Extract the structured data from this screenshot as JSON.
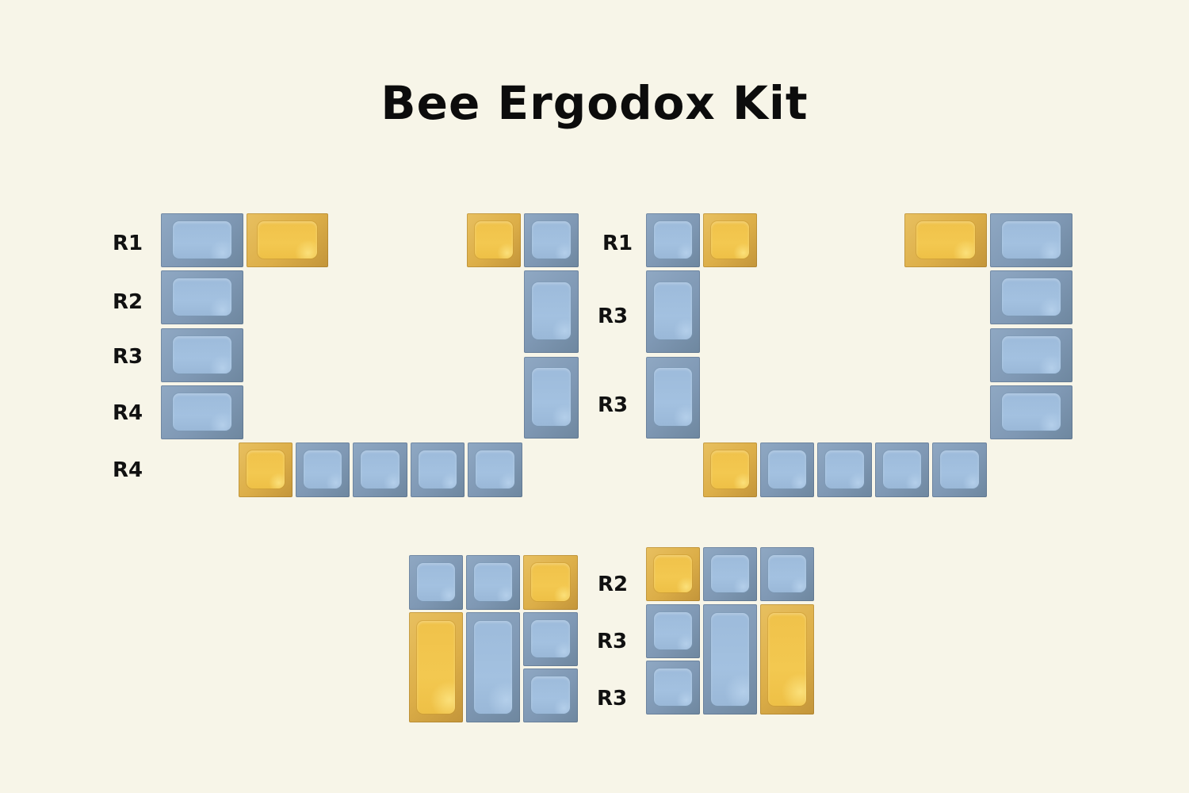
{
  "title": "Bee Ergodox Kit",
  "colors": {
    "background": "#f7f5e8",
    "blue_key": "#9dbbdb",
    "yellow_key": "#f0c24a",
    "text": "#0c0c0c"
  },
  "left_half": {
    "row_labels": [
      "R1",
      "R2",
      "R3",
      "R4",
      "R4"
    ]
  },
  "right_half": {
    "row_labels": [
      "R1",
      "R3",
      "R3"
    ]
  },
  "thumb_clusters": {
    "row_labels": [
      "R2",
      "R3",
      "R3"
    ]
  },
  "keys": {
    "left_half": [
      {
        "color": "blue",
        "size": "1.5u",
        "row": "R1"
      },
      {
        "color": "yellow",
        "size": "1.5u",
        "row": "R1"
      },
      {
        "color": "yellow",
        "size": "1u",
        "row": "R1"
      },
      {
        "color": "blue",
        "size": "1u",
        "row": "R1"
      },
      {
        "color": "blue",
        "size": "1.5u",
        "row": "R2"
      },
      {
        "color": "blue",
        "size": "1.5u",
        "row": "R3"
      },
      {
        "color": "blue",
        "size": "1.5u",
        "row": "R4"
      },
      {
        "color": "blue",
        "size": "1.5u vertical",
        "row": "R3"
      },
      {
        "color": "blue",
        "size": "1.5u vertical",
        "row": "R3"
      },
      {
        "color": "yellow",
        "size": "1u",
        "row": "R4"
      },
      {
        "color": "blue",
        "size": "1u",
        "row": "R4"
      },
      {
        "color": "blue",
        "size": "1u",
        "row": "R4"
      },
      {
        "color": "blue",
        "size": "1u",
        "row": "R4"
      },
      {
        "color": "blue",
        "size": "1u",
        "row": "R4"
      }
    ],
    "right_half": [
      {
        "color": "blue",
        "size": "1u",
        "row": "R1"
      },
      {
        "color": "yellow",
        "size": "1u",
        "row": "R1"
      },
      {
        "color": "yellow",
        "size": "1.5u",
        "row": "R1"
      },
      {
        "color": "blue",
        "size": "1.5u",
        "row": "R1"
      },
      {
        "color": "blue",
        "size": "1.5u vertical",
        "row": "R3"
      },
      {
        "color": "blue",
        "size": "1.5u vertical",
        "row": "R3"
      },
      {
        "color": "blue",
        "size": "1.5u",
        "row": "R2"
      },
      {
        "color": "blue",
        "size": "1.5u",
        "row": "R3"
      },
      {
        "color": "blue",
        "size": "1.5u",
        "row": "R4"
      },
      {
        "color": "yellow",
        "size": "1u",
        "row": "R4"
      },
      {
        "color": "blue",
        "size": "1u",
        "row": "R4"
      },
      {
        "color": "blue",
        "size": "1u",
        "row": "R4"
      },
      {
        "color": "blue",
        "size": "1u",
        "row": "R4"
      },
      {
        "color": "blue",
        "size": "1u",
        "row": "R4"
      }
    ],
    "left_thumb": [
      {
        "color": "blue",
        "size": "1u",
        "row": "R2"
      },
      {
        "color": "blue",
        "size": "1u",
        "row": "R2"
      },
      {
        "color": "yellow",
        "size": "1u",
        "row": "R2"
      },
      {
        "color": "yellow",
        "size": "2u vertical",
        "row": "R3"
      },
      {
        "color": "blue",
        "size": "2u vertical",
        "row": "R3"
      },
      {
        "color": "blue",
        "size": "1u",
        "row": "R3"
      },
      {
        "color": "blue",
        "size": "1u",
        "row": "R3"
      }
    ],
    "right_thumb": [
      {
        "color": "yellow",
        "size": "1u",
        "row": "R2"
      },
      {
        "color": "blue",
        "size": "1u",
        "row": "R2"
      },
      {
        "color": "blue",
        "size": "1u",
        "row": "R2"
      },
      {
        "color": "blue",
        "size": "1u",
        "row": "R3"
      },
      {
        "color": "blue",
        "size": "1u",
        "row": "R3"
      },
      {
        "color": "blue",
        "size": "2u vertical",
        "row": "R3"
      },
      {
        "color": "yellow",
        "size": "2u vertical",
        "row": "R3"
      }
    ]
  }
}
